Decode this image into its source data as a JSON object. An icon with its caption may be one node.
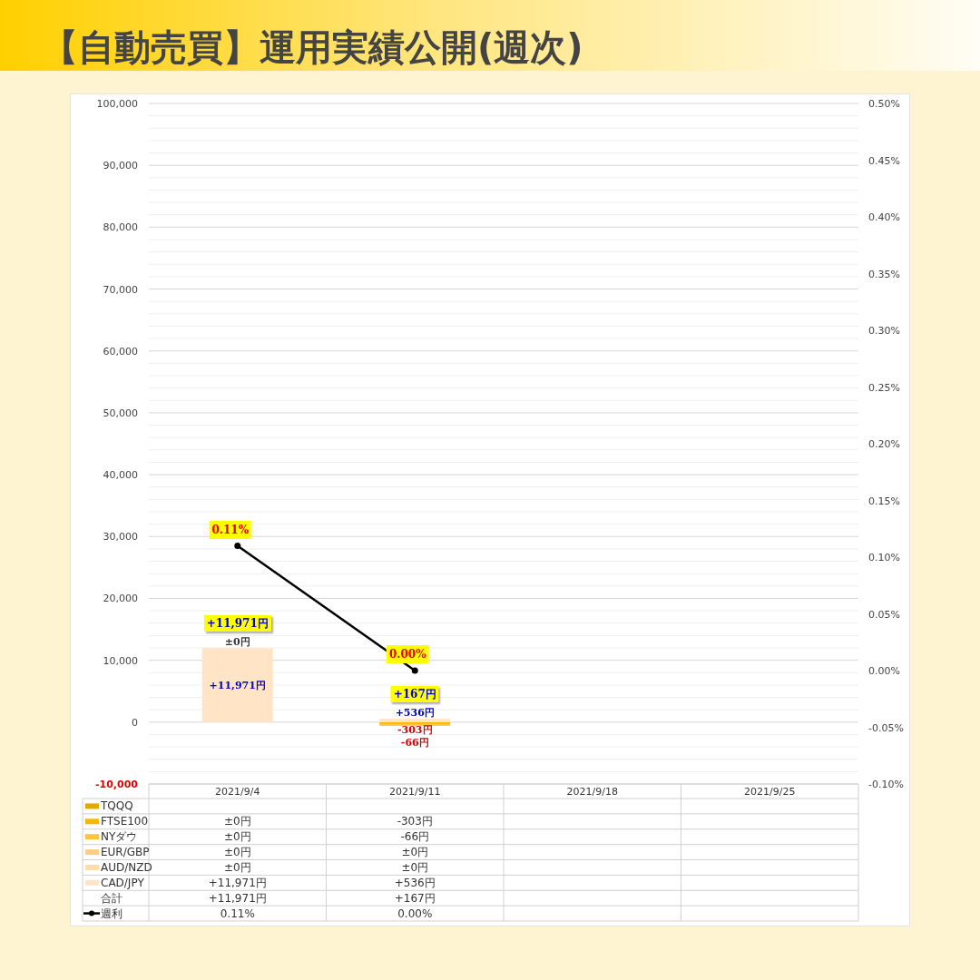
{
  "diagram": {
    "title": "【自動売買】運用実績公開(週次)",
    "labels": [
      "合計",
      "+11,971円",
      "+167円"
    ],
    "chart_data": {
      "type": "bar",
      "stacked": true,
      "categories": [
        "2021/9/4",
        "2021/9/11",
        "2021/9/18",
        "2021/9/25"
      ],
      "ylim": [
        -10000,
        100000
      ],
      "yticks": [
        {
          "value": -10000,
          "label": "-10,000"
        },
        {
          "value": 0,
          "label": "0"
        },
        {
          "value": 10000,
          "label": "10,000"
        },
        {
          "value": 20000,
          "label": "20,000"
        },
        {
          "value": 30000,
          "label": "30,000"
        },
        {
          "value": 40000,
          "label": "40,000"
        },
        {
          "value": 50000,
          "label": "50,000"
        },
        {
          "value": 60000,
          "label": "60,000"
        },
        {
          "value": 70000,
          "label": "70,000"
        },
        {
          "value": 80000,
          "label": "80,000"
        },
        {
          "value": 90000,
          "label": "90,000"
        },
        {
          "value": 100000,
          "label": "100,000"
        }
      ],
      "y2lim": [
        -0.1,
        0.5
      ],
      "y2ticks": [
        {
          "value": -0.1,
          "label": "-0.10%"
        },
        {
          "value": -0.05,
          "label": "-0.05%"
        },
        {
          "value": 0,
          "label": "0.00%"
        },
        {
          "value": 0.05,
          "label": "0.05%"
        },
        {
          "value": 0.1,
          "label": "0.10%"
        },
        {
          "value": 0.15,
          "label": "0.15%"
        },
        {
          "value": 0.2,
          "label": "0.20%"
        },
        {
          "value": 0.25,
          "label": "0.25%"
        },
        {
          "value": 0.3,
          "label": "0.30%"
        },
        {
          "value": 0.35,
          "label": "0.35%"
        },
        {
          "value": 0.4,
          "label": "0.40%"
        },
        {
          "value": 0.45,
          "label": "0.45%"
        },
        {
          "value": 0.5,
          "label": "0.50%"
        }
      ],
      "series": [
        {
          "name": "TQQQ",
          "type": "bar",
          "color": "#e0a800",
          "values": [
            null,
            null,
            null,
            null
          ],
          "value_labels": [
            null,
            null,
            null,
            null
          ]
        },
        {
          "name": "FTSE100",
          "type": "bar",
          "color": "#f5b800",
          "values": [
            0,
            -303,
            null,
            null
          ],
          "value_labels": [
            "±0円",
            "-303円",
            null,
            null
          ]
        },
        {
          "name": "NYダウ",
          "type": "bar",
          "color": "#ffc440",
          "values": [
            0,
            -66,
            null,
            null
          ],
          "value_labels": [
            "±0円",
            "-66円",
            null,
            null
          ]
        },
        {
          "name": "EUR/GBP",
          "type": "bar",
          "color": "#ffcc88",
          "values": [
            0,
            0,
            null,
            null
          ],
          "value_labels": [
            "±0円",
            "±0円",
            null,
            null
          ]
        },
        {
          "name": "AUD/NZD",
          "type": "bar",
          "color": "#ffdcaa",
          "values": [
            0,
            0,
            null,
            null
          ],
          "value_labels": [
            "±0円",
            "±0円",
            null,
            null
          ]
        },
        {
          "name": "CAD/JPY",
          "type": "bar",
          "color": "#ffe4c6",
          "values": [
            11971,
            536,
            null,
            null
          ],
          "value_labels": [
            "+11,971円",
            "+536円",
            null,
            null
          ]
        },
        {
          "name": "週利",
          "type": "line",
          "axis": "y2",
          "marker": "circle",
          "color": "#000000",
          "values": [
            0.11,
            0.0,
            null,
            null
          ],
          "value_labels": [
            "0.11%",
            "0.00%",
            null,
            null
          ]
        }
      ],
      "data_labels": true,
      "grid": true,
      "legend": true,
      "annotations": [
        {
          "x": "2021/9/4",
          "y": 11971,
          "text": "+11,971円"
        },
        {
          "x": "2021/9/11",
          "y": 536,
          "text": "+167円"
        }
      ]
    }
  }
}
